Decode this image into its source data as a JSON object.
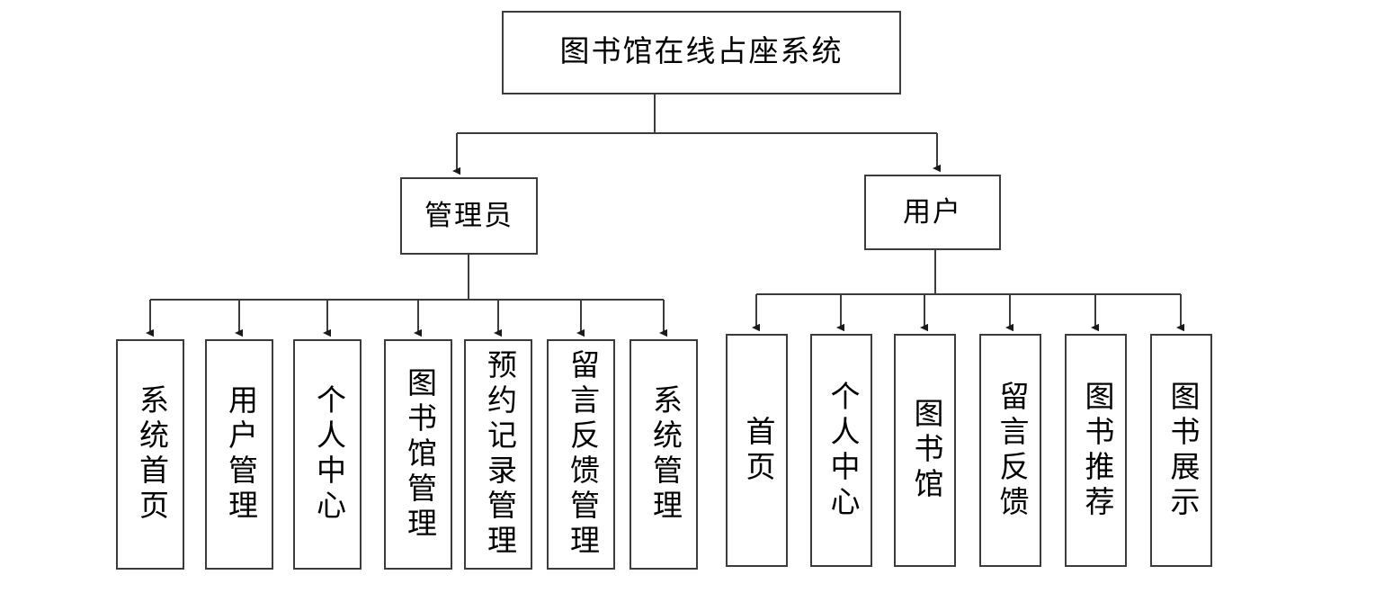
{
  "diagram": {
    "title": "图书馆在线占座系统",
    "type": "hierarchical-tree",
    "orientation": "top-down",
    "root": {
      "id": "root",
      "label": "图书馆在线占座系统"
    },
    "branches": [
      {
        "id": "admin",
        "label": "管理员",
        "children": [
          {
            "id": "admin-home",
            "label": "系统首页"
          },
          {
            "id": "admin-user-management",
            "label": "用户管理"
          },
          {
            "id": "admin-personal-center",
            "label": "个人中心"
          },
          {
            "id": "admin-library-management",
            "label": "图书馆管理"
          },
          {
            "id": "admin-reservation-record-management",
            "label": "预约记录管理"
          },
          {
            "id": "admin-message-feedback-management",
            "label": "留言反馈管理"
          },
          {
            "id": "admin-system-management",
            "label": "系统管理"
          }
        ]
      },
      {
        "id": "user",
        "label": "用户",
        "children": [
          {
            "id": "user-home",
            "label": "首页"
          },
          {
            "id": "user-personal-center",
            "label": "个人中心"
          },
          {
            "id": "user-library",
            "label": "图书馆"
          },
          {
            "id": "user-message-feedback",
            "label": "留言反馈"
          },
          {
            "id": "user-book-recommendation",
            "label": "图书推荐"
          },
          {
            "id": "user-book-display",
            "label": "图书展示"
          }
        ]
      }
    ],
    "style": {
      "background": "#ffffff",
      "node_fill": "#ffffff",
      "node_border": "#3b3b3b",
      "edge_color": "#3b3b3b",
      "text_color": "#000000"
    }
  }
}
